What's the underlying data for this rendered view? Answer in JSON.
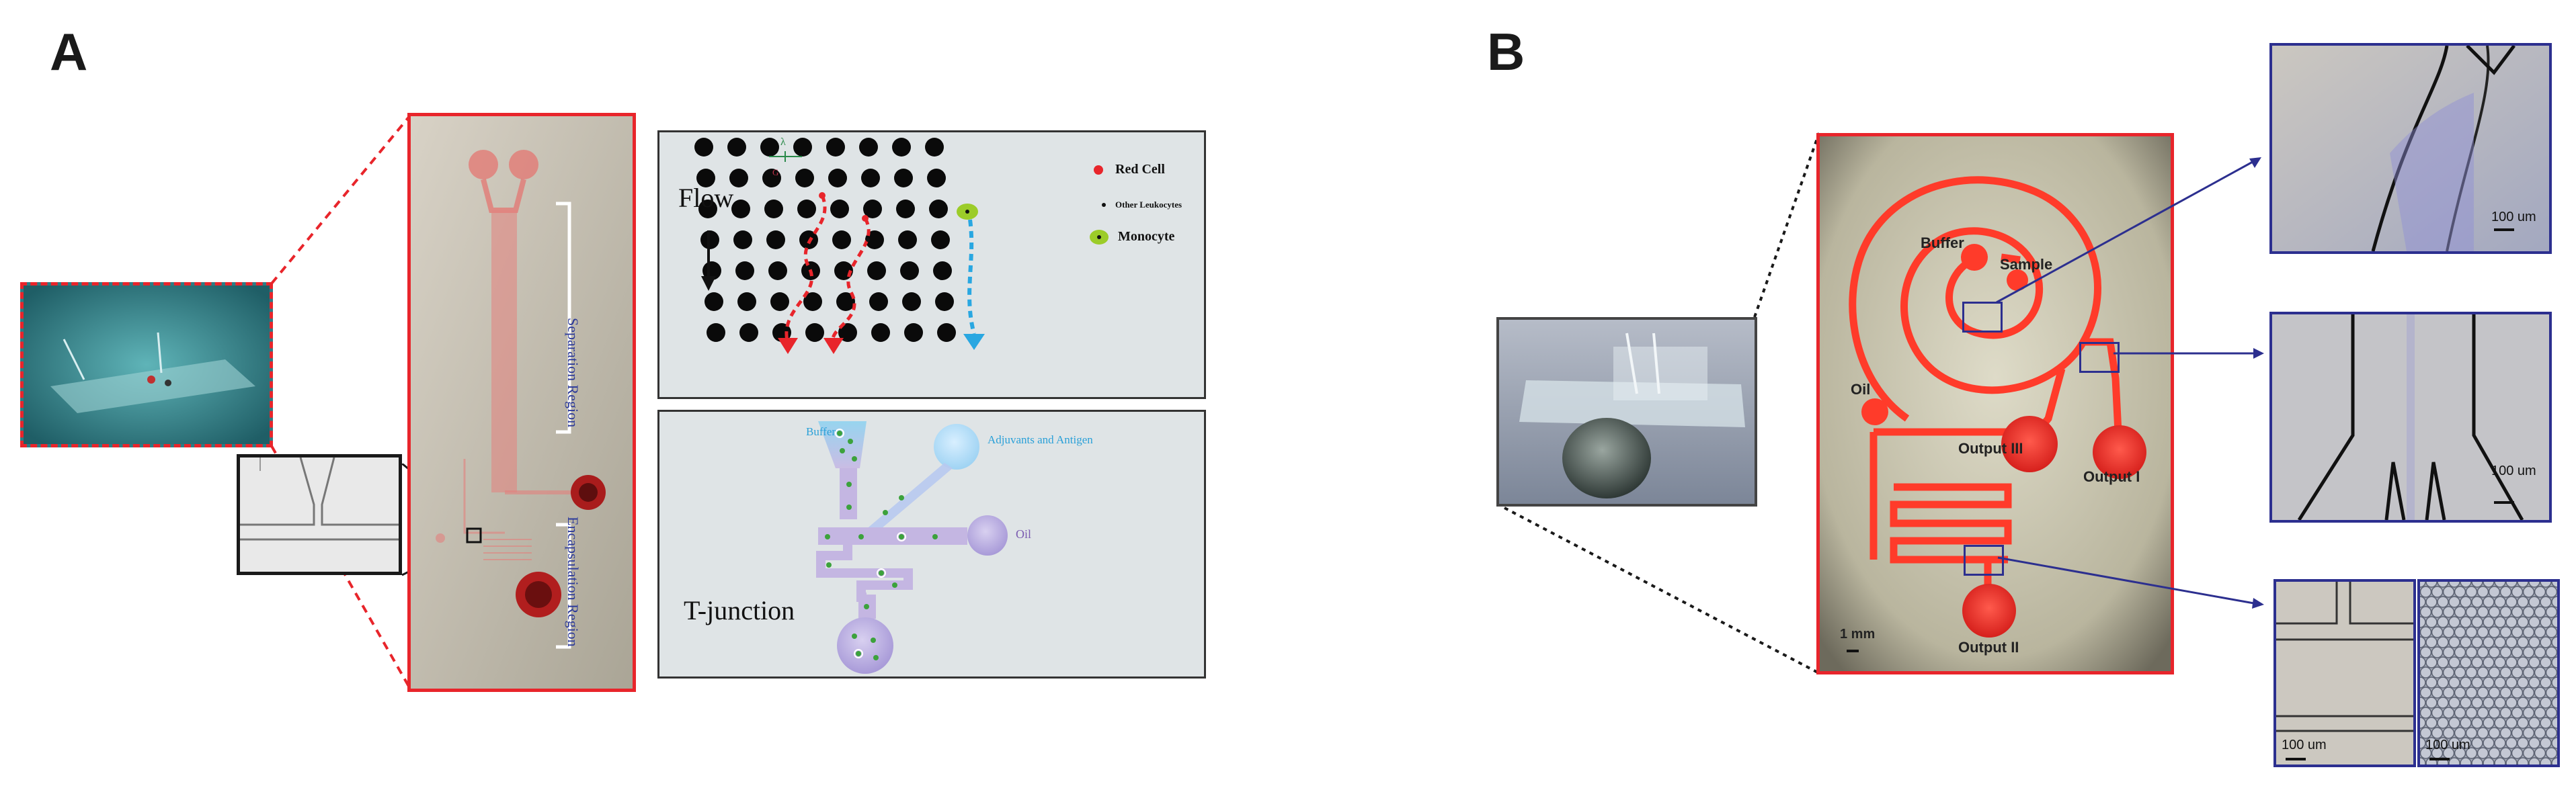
{
  "panels": {
    "a_label": "A",
    "b_label": "B"
  },
  "panel_a": {
    "chip_regions": {
      "separation": "Separation Region",
      "encapsulation": "Encapsulation Region"
    },
    "dld": {
      "flow_label": "Flow",
      "lambda_symbol": "λ",
      "g_symbol": "G",
      "legend": [
        {
          "label": "Red Cell",
          "color": "#e8252b"
        },
        {
          "label": "Other Leukocytes",
          "color": "#111111"
        },
        {
          "label": "Monocyte",
          "color": "#9ccc29"
        }
      ]
    },
    "tjunction": {
      "title": "T-junction",
      "buffer_label": "Buffer",
      "adjuvant_label": "Adjuvants and Antigen",
      "oil_label": "Oil"
    }
  },
  "panel_b": {
    "chip_labels": {
      "buffer": "Buffer",
      "sample": "Sample",
      "oil": "Oil",
      "output1": "Output I",
      "output2": "Output II",
      "output3": "Output III",
      "scale": "1 mm"
    },
    "micro_scale_labels": [
      "100 um",
      "100 um",
      "100 um",
      "100 um"
    ]
  },
  "colors": {
    "chip_red": "#ff3b2a",
    "frame_red": "#e8252b",
    "callout_blue": "#2c2f8f",
    "diagram_bg": "#dfe4e6"
  }
}
